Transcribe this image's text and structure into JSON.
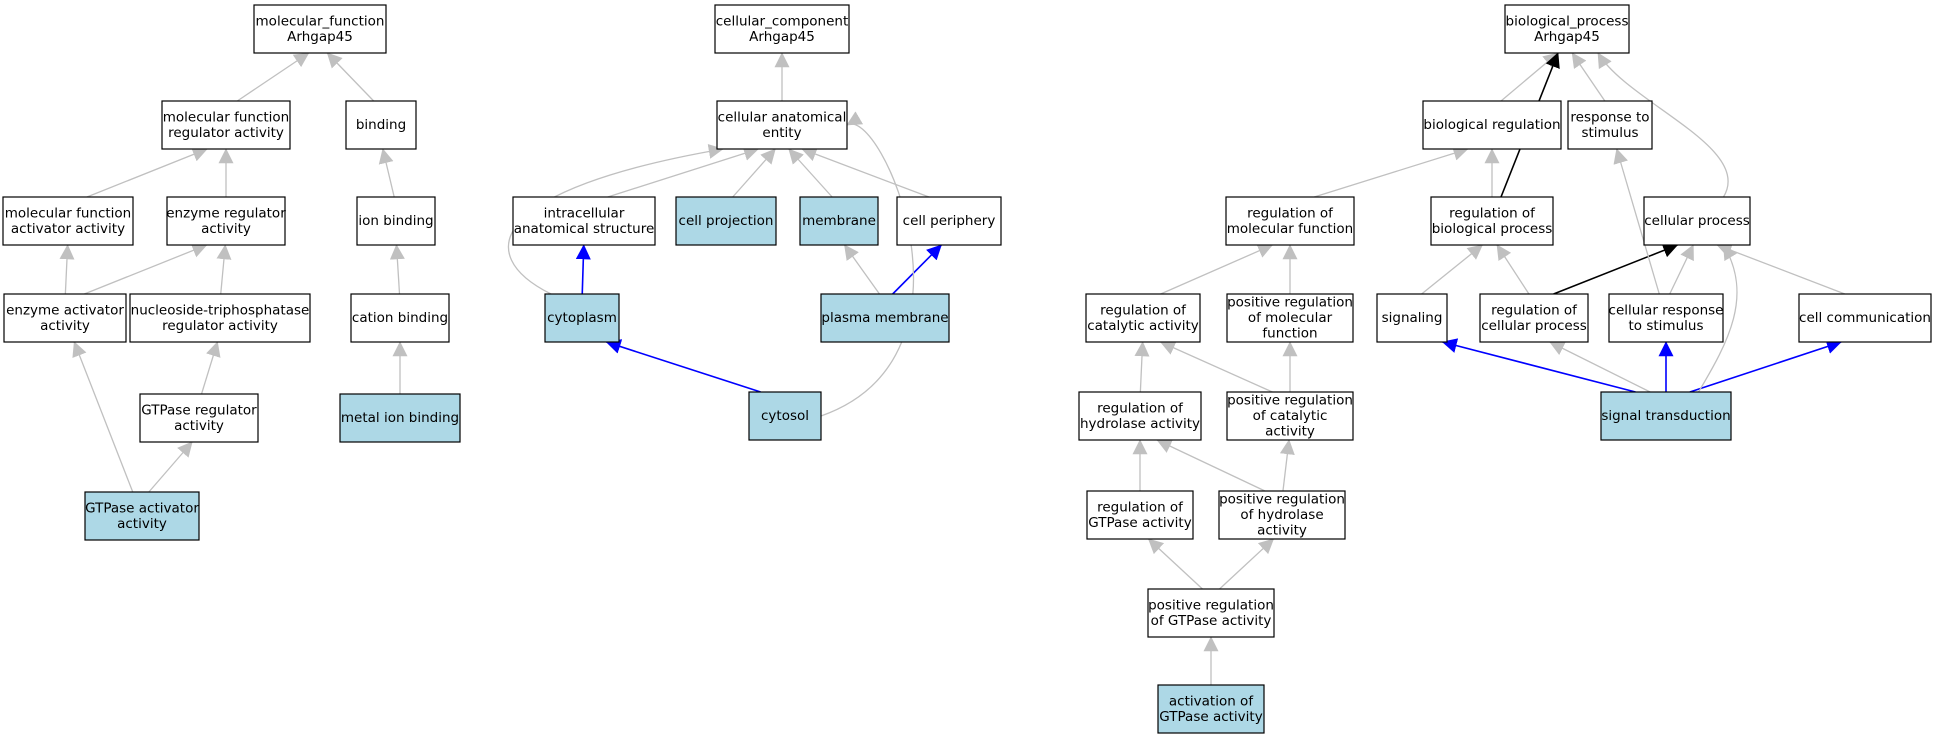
{
  "colors": {
    "normal_fill": "#ffffff",
    "highlight_fill": "#add8e6",
    "border": "#000000",
    "edge_gray": "#c0c0c0",
    "edge_black": "#000000",
    "edge_blue": "#0000ff"
  },
  "nodes": [
    {
      "id": "mf_root",
      "lines": [
        "molecular_function",
        "Arhgap45"
      ],
      "highlight": false
    },
    {
      "id": "mf_reg",
      "lines": [
        "molecular function",
        "regulator activity"
      ],
      "highlight": false
    },
    {
      "id": "binding",
      "lines": [
        "binding"
      ],
      "highlight": false
    },
    {
      "id": "mf_act",
      "lines": [
        "molecular function",
        "activator activity"
      ],
      "highlight": false
    },
    {
      "id": "enz_reg",
      "lines": [
        "enzyme regulator",
        "activity"
      ],
      "highlight": false
    },
    {
      "id": "ion_binding",
      "lines": [
        "ion binding"
      ],
      "highlight": false
    },
    {
      "id": "enz_act",
      "lines": [
        "enzyme activator",
        "activity"
      ],
      "highlight": false
    },
    {
      "id": "ntp_reg",
      "lines": [
        "nucleoside-triphosphatase",
        "regulator activity"
      ],
      "highlight": false
    },
    {
      "id": "cation_binding",
      "lines": [
        "cation binding"
      ],
      "highlight": false
    },
    {
      "id": "gtpase_reg",
      "lines": [
        "GTPase regulator",
        "activity"
      ],
      "highlight": false
    },
    {
      "id": "metal_ion",
      "lines": [
        "metal ion binding"
      ],
      "highlight": true
    },
    {
      "id": "gtpase_act",
      "lines": [
        "GTPase activator",
        "activity"
      ],
      "highlight": true
    },
    {
      "id": "cc_root",
      "lines": [
        "cellular_component",
        "Arhgap45"
      ],
      "highlight": false
    },
    {
      "id": "cae",
      "lines": [
        "cellular anatomical",
        "entity"
      ],
      "highlight": false
    },
    {
      "id": "intracell",
      "lines": [
        "intracellular",
        "anatomical structure"
      ],
      "highlight": false
    },
    {
      "id": "cell_proj",
      "lines": [
        "cell projection"
      ],
      "highlight": true
    },
    {
      "id": "membrane",
      "lines": [
        "membrane"
      ],
      "highlight": true
    },
    {
      "id": "cell_periph",
      "lines": [
        "cell periphery"
      ],
      "highlight": false
    },
    {
      "id": "cytoplasm",
      "lines": [
        "cytoplasm"
      ],
      "highlight": true
    },
    {
      "id": "plasma_mem",
      "lines": [
        "plasma membrane"
      ],
      "highlight": true
    },
    {
      "id": "cytosol",
      "lines": [
        "cytosol"
      ],
      "highlight": true
    },
    {
      "id": "bp_root",
      "lines": [
        "biological_process",
        "Arhgap45"
      ],
      "highlight": false
    },
    {
      "id": "bio_reg",
      "lines": [
        "biological regulation"
      ],
      "highlight": false
    },
    {
      "id": "resp_stim",
      "lines": [
        "response to",
        "stimulus"
      ],
      "highlight": false
    },
    {
      "id": "reg_mol_fn",
      "lines": [
        "regulation of",
        "molecular function"
      ],
      "highlight": false
    },
    {
      "id": "reg_bio_proc",
      "lines": [
        "regulation of",
        "biological process"
      ],
      "highlight": false
    },
    {
      "id": "cell_proc",
      "lines": [
        "cellular process"
      ],
      "highlight": false
    },
    {
      "id": "reg_cat",
      "lines": [
        "regulation of",
        "catalytic activity"
      ],
      "highlight": false
    },
    {
      "id": "pos_reg_mol",
      "lines": [
        "positive regulation",
        "of molecular",
        "function"
      ],
      "highlight": false
    },
    {
      "id": "signaling",
      "lines": [
        "signaling"
      ],
      "highlight": false
    },
    {
      "id": "reg_cell_proc",
      "lines": [
        "regulation of",
        "cellular process"
      ],
      "highlight": false
    },
    {
      "id": "cell_resp",
      "lines": [
        "cellular response",
        "to stimulus"
      ],
      "highlight": false
    },
    {
      "id": "cell_comm",
      "lines": [
        "cell communication"
      ],
      "highlight": false
    },
    {
      "id": "reg_hyd",
      "lines": [
        "regulation of",
        "hydrolase activity"
      ],
      "highlight": false
    },
    {
      "id": "pos_reg_cat",
      "lines": [
        "positive regulation",
        "of catalytic",
        "activity"
      ],
      "highlight": false
    },
    {
      "id": "sig_trans",
      "lines": [
        "signal transduction"
      ],
      "highlight": true
    },
    {
      "id": "reg_gtpase",
      "lines": [
        "regulation of",
        "GTPase activity"
      ],
      "highlight": false
    },
    {
      "id": "pos_reg_hyd",
      "lines": [
        "positive regulation",
        "of hydrolase",
        "activity"
      ],
      "highlight": false
    },
    {
      "id": "pos_reg_gtpase",
      "lines": [
        "positive regulation",
        "of GTPase activity"
      ],
      "highlight": false
    },
    {
      "id": "act_gtpase",
      "lines": [
        "activation of",
        "GTPase activity"
      ],
      "highlight": true
    }
  ],
  "edges": [
    {
      "from": "mf_reg",
      "to": "mf_root",
      "kind": "gray"
    },
    {
      "from": "binding",
      "to": "mf_root",
      "kind": "gray"
    },
    {
      "from": "mf_act",
      "to": "mf_reg",
      "kind": "gray"
    },
    {
      "from": "enz_reg",
      "to": "mf_reg",
      "kind": "gray"
    },
    {
      "from": "ion_binding",
      "to": "binding",
      "kind": "gray"
    },
    {
      "from": "enz_act",
      "to": "mf_act",
      "kind": "gray"
    },
    {
      "from": "enz_act",
      "to": "enz_reg",
      "kind": "gray"
    },
    {
      "from": "ntp_reg",
      "to": "enz_reg",
      "kind": "gray"
    },
    {
      "from": "cation_binding",
      "to": "ion_binding",
      "kind": "gray"
    },
    {
      "from": "gtpase_reg",
      "to": "ntp_reg",
      "kind": "gray"
    },
    {
      "from": "metal_ion",
      "to": "cation_binding",
      "kind": "gray"
    },
    {
      "from": "gtpase_act",
      "to": "enz_act",
      "kind": "gray"
    },
    {
      "from": "gtpase_act",
      "to": "gtpase_reg",
      "kind": "gray"
    },
    {
      "from": "cae",
      "to": "cc_root",
      "kind": "gray"
    },
    {
      "from": "intracell",
      "to": "cae",
      "kind": "gray"
    },
    {
      "from": "cell_proj",
      "to": "cae",
      "kind": "gray"
    },
    {
      "from": "membrane",
      "to": "cae",
      "kind": "gray"
    },
    {
      "from": "cell_periph",
      "to": "cae",
      "kind": "gray"
    },
    {
      "from": "cytoplasm",
      "to": "intracell",
      "kind": "blue"
    },
    {
      "from": "cytoplasm",
      "to": "cae",
      "kind": "gray",
      "curve": "left"
    },
    {
      "from": "plasma_mem",
      "to": "membrane",
      "kind": "gray"
    },
    {
      "from": "plasma_mem",
      "to": "cell_periph",
      "kind": "blue"
    },
    {
      "from": "cytosol",
      "to": "cytoplasm",
      "kind": "blue"
    },
    {
      "from": "cytosol",
      "to": "cae",
      "kind": "gray",
      "curve": "right"
    },
    {
      "from": "bio_reg",
      "to": "bp_root",
      "kind": "gray"
    },
    {
      "from": "resp_stim",
      "to": "bp_root",
      "kind": "gray"
    },
    {
      "from": "reg_bio_proc",
      "to": "bp_root",
      "kind": "black"
    },
    {
      "from": "cell_proc",
      "to": "bp_root",
      "kind": "gray",
      "curve": "up"
    },
    {
      "from": "reg_mol_fn",
      "to": "bio_reg",
      "kind": "gray"
    },
    {
      "from": "reg_bio_proc",
      "to": "bio_reg",
      "kind": "gray"
    },
    {
      "from": "reg_cat",
      "to": "reg_mol_fn",
      "kind": "gray"
    },
    {
      "from": "pos_reg_mol",
      "to": "reg_mol_fn",
      "kind": "gray"
    },
    {
      "from": "signaling",
      "to": "reg_bio_proc",
      "kind": "gray"
    },
    {
      "from": "reg_cell_proc",
      "to": "reg_bio_proc",
      "kind": "gray"
    },
    {
      "from": "reg_cell_proc",
      "to": "cell_proc",
      "kind": "black"
    },
    {
      "from": "cell_resp",
      "to": "cell_proc",
      "kind": "gray"
    },
    {
      "from": "cell_resp",
      "to": "resp_stim",
      "kind": "gray"
    },
    {
      "from": "cell_comm",
      "to": "cell_proc",
      "kind": "gray"
    },
    {
      "from": "reg_hyd",
      "to": "reg_cat",
      "kind": "gray"
    },
    {
      "from": "pos_reg_cat",
      "to": "reg_cat",
      "kind": "gray"
    },
    {
      "from": "pos_reg_cat",
      "to": "pos_reg_mol",
      "kind": "gray"
    },
    {
      "from": "sig_trans",
      "to": "signaling",
      "kind": "blue"
    },
    {
      "from": "sig_trans",
      "to": "reg_cell_proc",
      "kind": "gray"
    },
    {
      "from": "sig_trans",
      "to": "cell_resp",
      "kind": "blue"
    },
    {
      "from": "sig_trans",
      "to": "cell_comm",
      "kind": "blue"
    },
    {
      "from": "sig_trans",
      "to": "cell_proc",
      "kind": "gray",
      "curve": "up"
    },
    {
      "from": "reg_gtpase",
      "to": "reg_hyd",
      "kind": "gray"
    },
    {
      "from": "pos_reg_hyd",
      "to": "reg_hyd",
      "kind": "gray"
    },
    {
      "from": "pos_reg_hyd",
      "to": "pos_reg_cat",
      "kind": "gray"
    },
    {
      "from": "pos_reg_gtpase",
      "to": "reg_gtpase",
      "kind": "gray"
    },
    {
      "from": "pos_reg_gtpase",
      "to": "pos_reg_hyd",
      "kind": "gray"
    },
    {
      "from": "act_gtpase",
      "to": "pos_reg_gtpase",
      "kind": "gray"
    }
  ]
}
